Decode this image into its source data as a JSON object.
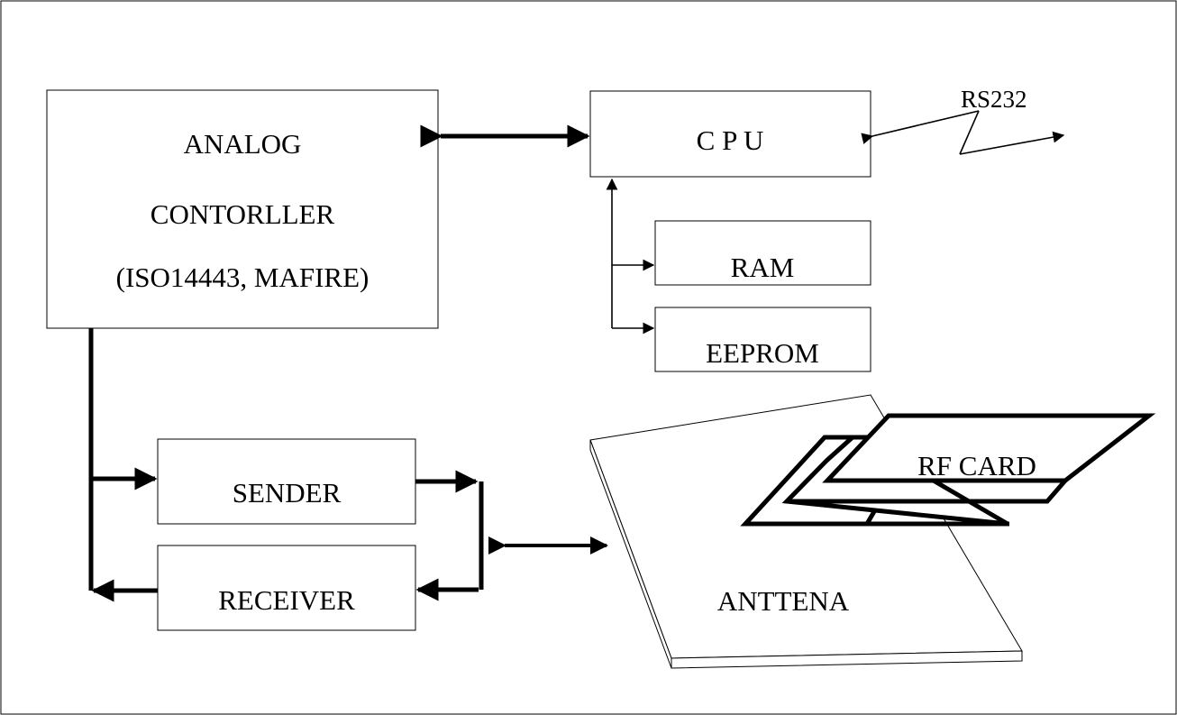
{
  "blocks": {
    "analog": {
      "line1": "ANALOG",
      "line2": "CONTORLLER",
      "line3": "(ISO14443, MAFIRE)"
    },
    "cpu": "C P U",
    "ram": "RAM",
    "eeprom": "EEPROM",
    "sender": "SENDER",
    "receiver": "RECEIVER",
    "antenna": "ANTTENA",
    "rf_card": "RF CARD"
  },
  "interface": {
    "serial": "RS232"
  }
}
